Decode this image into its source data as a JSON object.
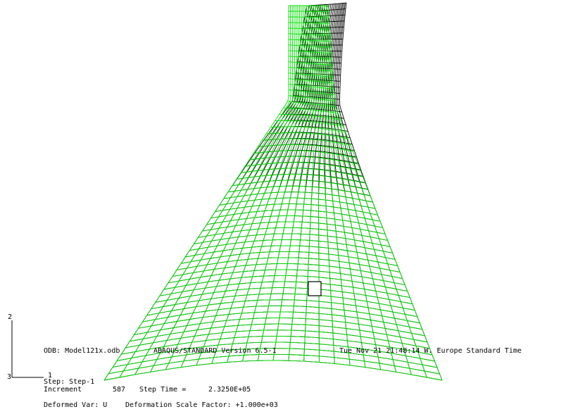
{
  "header_line": {
    "odb": "ODB: Model121x.odb",
    "version": "ABAQUS/STANDARD Version 6.5-1",
    "date": "Tue Nov 21 21:48:14 W. Europe Standard Time"
  },
  "step": {
    "step_label": "Step: Step-1",
    "increment_label": "Increment",
    "increment_value": "587",
    "step_time_label": "Step Time =",
    "step_time_value": "2.3250E+05"
  },
  "deformation": {
    "var_label": "Deformed Var: U",
    "scale_factor_label": "Deformation Scale Factor: +1.000e+03"
  },
  "triad": {
    "axis_2": "2",
    "axis_1": "1",
    "axis_3": "3"
  },
  "colors": {
    "undeformed_mesh": "#00e000",
    "deformed_mesh": "#000000",
    "background": "#ffffff"
  }
}
